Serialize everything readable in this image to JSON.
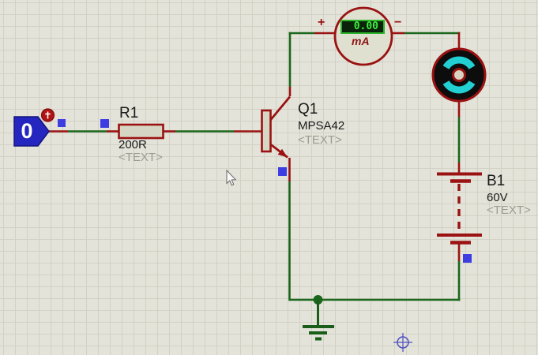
{
  "canvas": {
    "bg": "#e3e3da",
    "grid": "#d1d1c5"
  },
  "palette": {
    "component_red": "#9a1212",
    "wire_green": "#1a661a",
    "handle_blue": "#3d3de2",
    "motor_cyan": "#22cfd3",
    "lcd_green": "#3bee3b",
    "input_blue": "#2525c0",
    "label_gray": "#9c9c92"
  },
  "icons": {
    "motor": "dc-motor-icon",
    "ground": "ground-icon",
    "origin": "origin-marker-icon",
    "cursor": "mouse-cursor-icon",
    "toggle": "state-toggle-icon"
  },
  "logic_input": {
    "state": "0"
  },
  "resistor": {
    "ref": "R1",
    "value": "200R",
    "placeholder": "<TEXT>"
  },
  "transistor": {
    "ref": "Q1",
    "value": "MPSA42",
    "placeholder": "<TEXT>"
  },
  "ammeter": {
    "reading": "0.00",
    "unit": "mA",
    "plus": "+",
    "minus": "−"
  },
  "battery": {
    "ref": "B1",
    "value": "60V",
    "placeholder": "<TEXT>"
  },
  "motor": {},
  "ground": {}
}
